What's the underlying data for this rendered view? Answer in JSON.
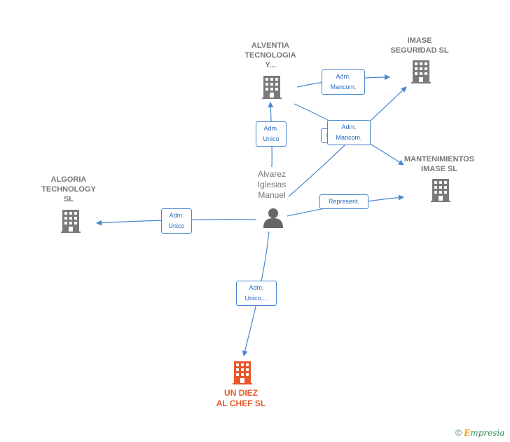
{
  "nodes": {
    "alventia": {
      "lines": [
        "ALVENTIA",
        "TECNOLOGIA",
        "Y..."
      ]
    },
    "imase_seguridad": {
      "lines": [
        "IMASE",
        "SEGURIDAD SL"
      ]
    },
    "mantenimientos": {
      "lines": [
        "MANTENIMIENTOS",
        "IMASE SL"
      ]
    },
    "algoria": {
      "lines": [
        "ALGORIA",
        "TECHNOLOGY",
        "SL"
      ]
    },
    "person": {
      "lines": [
        "Alvarez",
        "Iglesias",
        "Manuel"
      ]
    },
    "un_diez": {
      "lines": [
        "UN DIEZ",
        "AL CHEF  SL"
      ]
    }
  },
  "edges": {
    "to_alventia": {
      "lines": [
        "Adm.",
        "Unico"
      ]
    },
    "alventia_imase": {
      "lines": [
        "Adm.",
        "Mancom."
      ]
    },
    "to_imase_overlap": {
      "lines": [
        "Adm.",
        "Mancom."
      ]
    },
    "hidden_label": {
      "lines": [
        "R"
      ]
    },
    "to_mantenimientos": {
      "lines": [
        "Represent."
      ]
    },
    "to_algoria": {
      "lines": [
        "Adm.",
        "Unico"
      ]
    },
    "to_undiez": {
      "lines": [
        "Adm.",
        "Unico,..."
      ]
    }
  },
  "footer": {
    "copyright": "©",
    "brand_first": "E",
    "brand_rest": "mpresia"
  },
  "colors": {
    "edge": "#4a86cf",
    "building": "#7a7a7a",
    "main_building": "#e8572a",
    "person": "#666666"
  }
}
